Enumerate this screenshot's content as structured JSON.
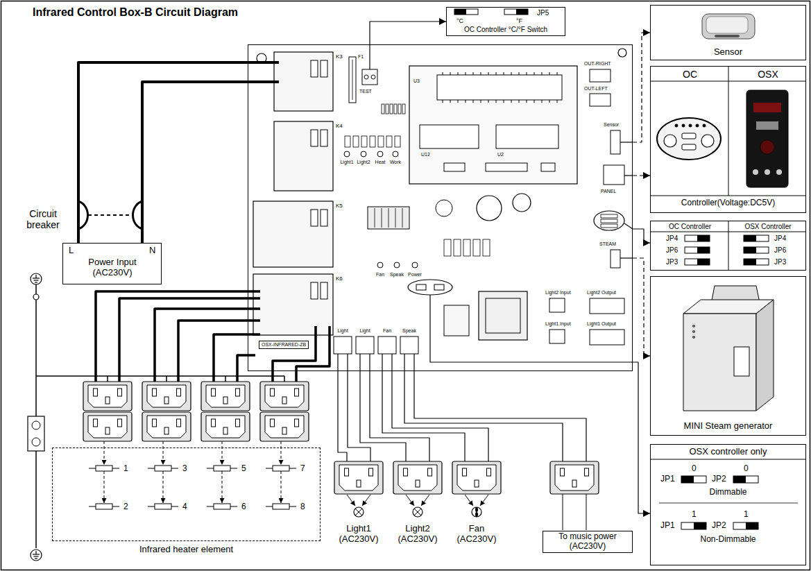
{
  "diagram": {
    "title": "Infrared Control Box-B Circuit Diagram",
    "nodes": [
      {
        "text": [
          "°C",
          "°F",
          "JP5",
          "OC Controller °C/°F Switch"
        ]
      },
      {
        "text": [
          "Sensor"
        ]
      },
      {
        "text": [
          "OSX-INFRARED-ZB"
        ]
      },
      {
        "text": [
          "OC",
          "OSX",
          "Controller(Voltage:DC5V)"
        ]
      },
      {
        "text": [
          "OC Controller",
          "OSX Controller",
          "JP4",
          "JP4",
          "JP6",
          "JP6",
          "JP3",
          "JP3"
        ]
      },
      {
        "text": [
          "L",
          "N",
          "Power Input (AC230V)"
        ]
      },
      {
        "text": [
          "MINI Steam generator"
        ]
      },
      {
        "text": [
          "OSX controller only",
          "0",
          "0",
          "JP1",
          "JP2",
          "Dimmable",
          "1",
          "1",
          "JP1",
          "JP2",
          "Non-Dimmable"
        ]
      },
      {
        "text": [
          "1",
          "2",
          "3",
          "4",
          "5",
          "6",
          "7",
          "8",
          "Infrared heater element"
        ]
      },
      {
        "text": [
          "Light1 (AC230V)"
        ]
      },
      {
        "text": [
          "Light2 (AC230V)"
        ]
      },
      {
        "text": [
          "Fan (AC230V)"
        ]
      },
      {
        "text": [
          "To music power (AC230V)"
        ]
      }
    ],
    "edges": [
      {
        "from": 2,
        "to": 0,
        "arrow": "to"
      },
      {
        "from": 2,
        "to": 1,
        "arrow": "to"
      },
      {
        "from": 2,
        "to": 3,
        "arrow": "to"
      },
      {
        "from": 2,
        "to": 4,
        "arrow": "to"
      },
      {
        "from": 2,
        "to": 6,
        "arrow": "to"
      },
      {
        "from": 2,
        "to": 7,
        "arrow": "to"
      },
      {
        "from": 2,
        "to": 5,
        "arrow": "none"
      },
      {
        "from": 2,
        "to": 5,
        "arrow": "none"
      },
      {
        "from": 2,
        "to": 9,
        "arrow": "none"
      },
      {
        "from": 2,
        "to": 9,
        "arrow": "none"
      },
      {
        "from": 2,
        "to": 10,
        "arrow": "none"
      },
      {
        "from": 2,
        "to": 10,
        "arrow": "none"
      },
      {
        "from": 2,
        "to": 11,
        "arrow": "none"
      },
      {
        "from": 2,
        "to": 11,
        "arrow": "none"
      },
      {
        "from": 2,
        "to": 12,
        "arrow": "none"
      },
      {
        "from": 2,
        "to": 12,
        "arrow": "none"
      }
    ],
    "labels": [
      "Circuit breaker",
      "K3",
      "K4",
      "K5",
      "K6",
      "F1",
      "TEST",
      "Light1",
      "Light2",
      "Heat",
      "Work",
      "U3",
      "U12",
      "U2",
      "OUT-RIGHT",
      "OUT-LEFT",
      "Sensor",
      "PANEL",
      "STEAM",
      "Light2 Input",
      "Light2 Output",
      "Light1 Input",
      "Light1 Output",
      "Fan",
      "Speak",
      "Power",
      "Light",
      "Light",
      "Fan",
      "Speak"
    ]
  }
}
